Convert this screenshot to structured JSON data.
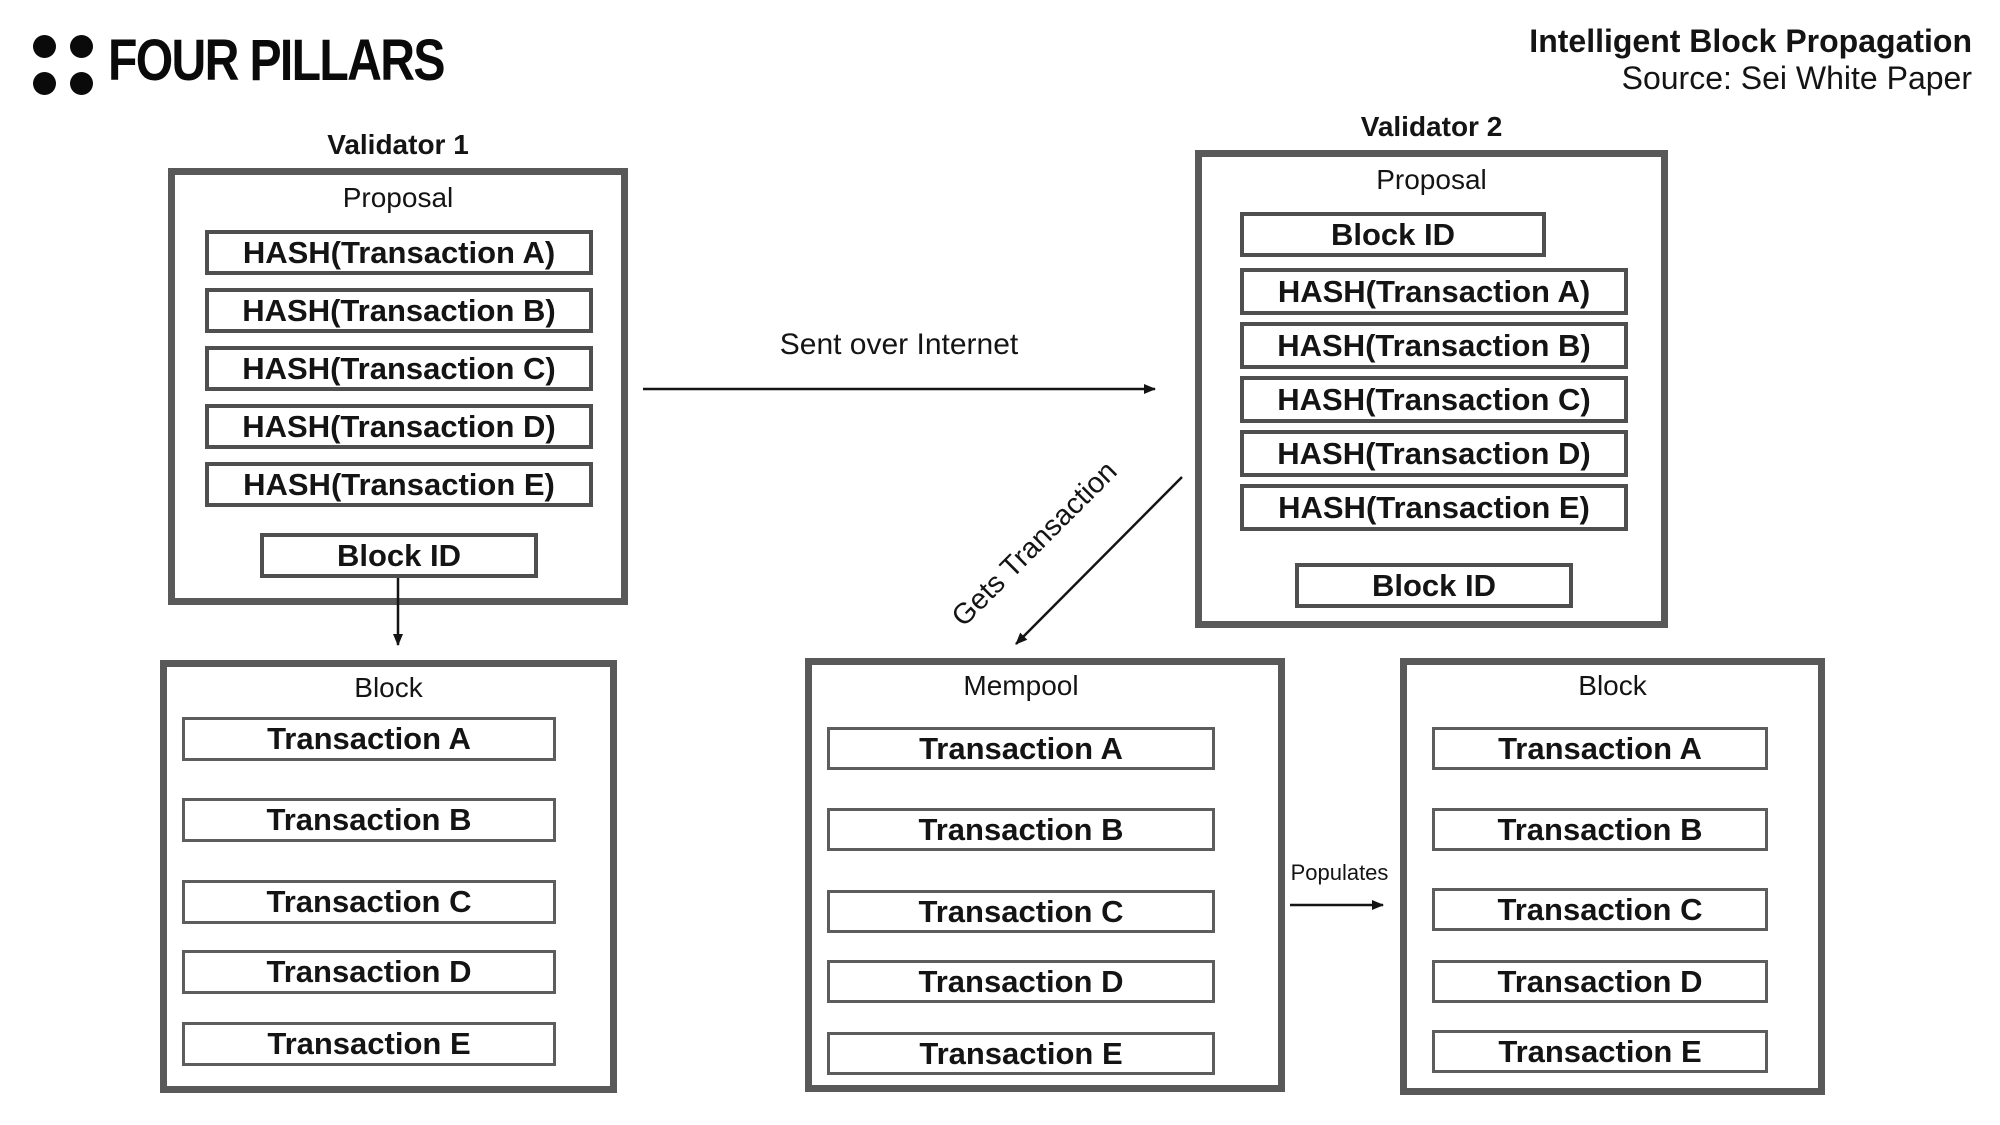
{
  "header": {
    "logo_text": "FOUR PILLARS",
    "title": "Intelligent Block Propagation",
    "source": "Source: Sei White Paper"
  },
  "validator1": {
    "title": "Validator 1",
    "section_label": "Proposal",
    "hashes": [
      "HASH(Transaction A)",
      "HASH(Transaction B)",
      "HASH(Transaction C)",
      "HASH(Transaction D)",
      "HASH(Transaction E)"
    ],
    "block_id": "Block ID"
  },
  "validator2": {
    "title": "Validator 2",
    "section_label": "Proposal",
    "block_id_top": "Block ID",
    "hashes": [
      "HASH(Transaction A)",
      "HASH(Transaction B)",
      "HASH(Transaction C)",
      "HASH(Transaction D)",
      "HASH(Transaction E)"
    ],
    "block_id_bottom": "Block ID"
  },
  "block_left": {
    "section_label": "Block",
    "transactions": [
      "Transaction A",
      "Transaction B",
      "Transaction C",
      "Transaction D",
      "Transaction E"
    ]
  },
  "mempool": {
    "section_label": "Mempool",
    "transactions": [
      "Transaction A",
      "Transaction B",
      "Transaction C",
      "Transaction D",
      "Transaction E"
    ]
  },
  "block_right": {
    "section_label": "Block",
    "transactions": [
      "Transaction A",
      "Transaction B",
      "Transaction C",
      "Transaction D",
      "Transaction E"
    ]
  },
  "arrows": {
    "sent_over_internet": "Sent over Internet",
    "gets_transaction": "Gets Transaction",
    "populates": "Populates"
  },
  "palette": {
    "outer_border_gray": "#595959",
    "inner_border_gray": "#4f4f4f",
    "text_black": "#141414",
    "background": "#ffffff"
  }
}
